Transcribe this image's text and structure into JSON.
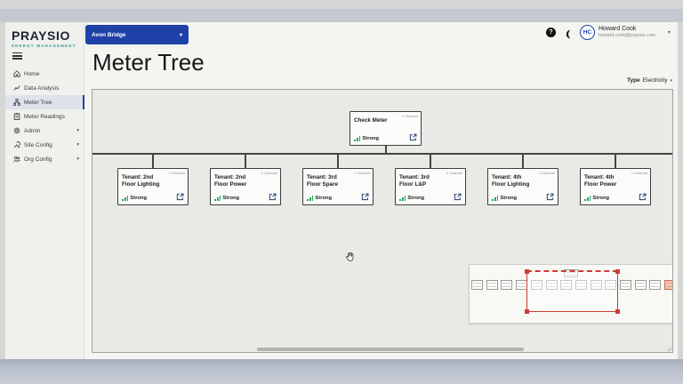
{
  "colors": {
    "accent_blue": "#1e42a8",
    "brand_teal": "#2a9d8f",
    "signal_green": "#26a65b",
    "viewport_red": "#cf3a2f",
    "highlight_orange": "#f2c9b6"
  },
  "brand": {
    "name": "PRAYSIO",
    "tagline": "ENERGY MANAGEMENT"
  },
  "topbar": {
    "site_selector": "Avon Bridge",
    "user_initials": "HC",
    "user_name": "Howard Cook",
    "user_email": "howard.cook@praysio.com"
  },
  "sidebar": {
    "items": [
      {
        "label": "Home",
        "icon": "home-icon",
        "active": false,
        "expandable": false
      },
      {
        "label": "Data Analysis",
        "icon": "chart-icon",
        "active": false,
        "expandable": false
      },
      {
        "label": "Meter Tree",
        "icon": "tree-icon",
        "active": true,
        "expandable": false
      },
      {
        "label": "Meter Readings",
        "icon": "clipboard-icon",
        "active": false,
        "expandable": false
      },
      {
        "label": "Admin",
        "icon": "gear-icon",
        "active": false,
        "expandable": true
      },
      {
        "label": "Site Config",
        "icon": "tools-icon",
        "active": false,
        "expandable": true
      },
      {
        "label": "Org Config",
        "icon": "people-icon",
        "active": false,
        "expandable": true
      }
    ]
  },
  "page": {
    "title": "Meter Tree",
    "type_filter_label": "Type",
    "type_filter_value": "Electricity"
  },
  "tree": {
    "root": {
      "title": "Check Meter",
      "channels": "1 Channel",
      "signal": "Strong"
    },
    "children": [
      {
        "title": "Tenant: 2nd Floor Lighting",
        "channels": "1 Channel",
        "signal": "Strong"
      },
      {
        "title": "Tenant: 2nd Floor Power",
        "channels": "1 Channel",
        "signal": "Strong"
      },
      {
        "title": "Tenant: 3rd Floor Spare",
        "channels": "1 Channel",
        "signal": "Strong"
      },
      {
        "title": "Tenant: 3rd Floor L&P",
        "channels": "1 Channel",
        "signal": "Strong"
      },
      {
        "title": "Tenant: 4th Floor Lighting",
        "channels": "1 Channel",
        "signal": "Strong"
      },
      {
        "title": "Tenant: 4th Floor Power",
        "channels": "1 Channel",
        "signal": "Strong"
      }
    ]
  },
  "minimap": {
    "node_count": 14,
    "viewport_start_index": 4,
    "viewport_end_index": 9,
    "highlighted_index": 13
  }
}
